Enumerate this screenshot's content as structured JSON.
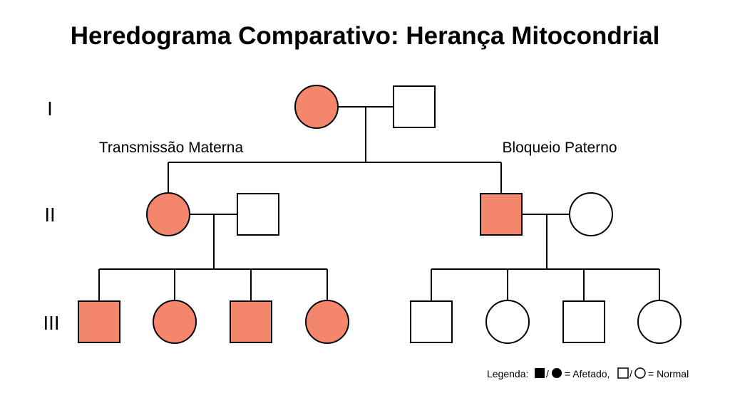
{
  "title": "Heredograma Comparativo: Herança Mitocondrial",
  "generations": [
    "I",
    "II",
    "III"
  ],
  "branches": {
    "left": "Transmissão Materna",
    "right": "Bloqueio Paterno"
  },
  "colors": {
    "affected": "#F4876B",
    "normal": "#FFFFFF",
    "stroke": "#000000"
  },
  "legend": {
    "prefix": "Legenda:",
    "slash": "/",
    "affected_label": "= Afetado,",
    "normal_label": "= Normal"
  },
  "individuals": [
    {
      "id": "I-1",
      "generation": "I",
      "sex": "female",
      "affected": true
    },
    {
      "id": "I-2",
      "generation": "I",
      "sex": "male",
      "affected": false
    },
    {
      "id": "II-1",
      "generation": "II",
      "sex": "female",
      "affected": true
    },
    {
      "id": "II-2",
      "generation": "II",
      "sex": "male",
      "affected": false
    },
    {
      "id": "II-3",
      "generation": "II",
      "sex": "male",
      "affected": true
    },
    {
      "id": "II-4",
      "generation": "II",
      "sex": "female",
      "affected": false
    },
    {
      "id": "III-1",
      "generation": "III",
      "sex": "male",
      "affected": true
    },
    {
      "id": "III-2",
      "generation": "III",
      "sex": "female",
      "affected": true
    },
    {
      "id": "III-3",
      "generation": "III",
      "sex": "male",
      "affected": true
    },
    {
      "id": "III-4",
      "generation": "III",
      "sex": "female",
      "affected": true
    },
    {
      "id": "III-5",
      "generation": "III",
      "sex": "male",
      "affected": false
    },
    {
      "id": "III-6",
      "generation": "III",
      "sex": "female",
      "affected": false
    },
    {
      "id": "III-7",
      "generation": "III",
      "sex": "male",
      "affected": false
    },
    {
      "id": "III-8",
      "generation": "III",
      "sex": "female",
      "affected": false
    }
  ],
  "couples": [
    {
      "partners": [
        "I-1",
        "I-2"
      ],
      "children": [
        "II-1",
        "II-3"
      ]
    },
    {
      "partners": [
        "II-1",
        "II-2"
      ],
      "children": [
        "III-1",
        "III-2",
        "III-3",
        "III-4"
      ]
    },
    {
      "partners": [
        "II-3",
        "II-4"
      ],
      "children": [
        "III-5",
        "III-6",
        "III-7",
        "III-8"
      ]
    }
  ]
}
